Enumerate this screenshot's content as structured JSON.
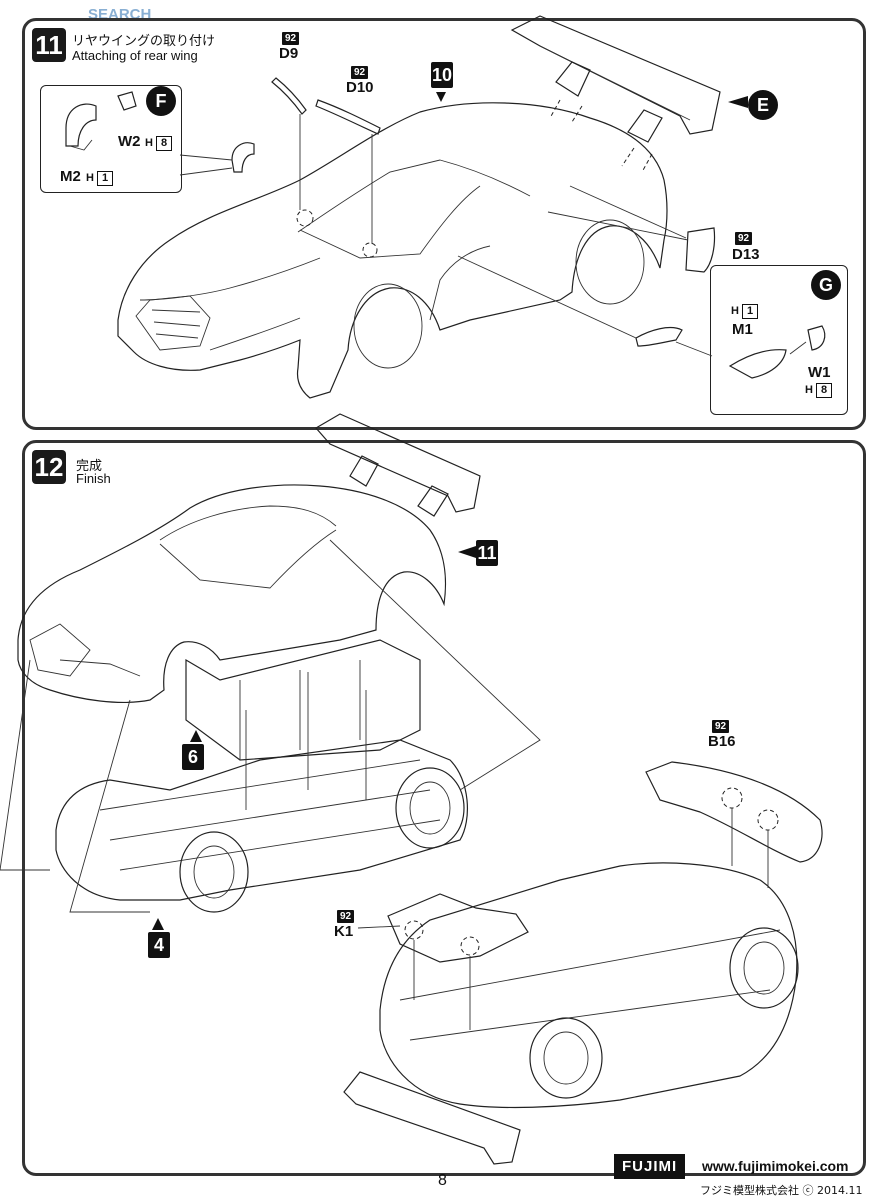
{
  "watermark": "SEARCH",
  "steps": [
    {
      "num": "11",
      "title_jp": "リヤウイングの取り付け",
      "title_en": "Attaching of rear wing"
    },
    {
      "num": "12",
      "title_jp": "完成",
      "title_en": "Finish"
    }
  ],
  "step11": {
    "inset_f": {
      "circle": "F",
      "part_w2": "W2",
      "w2_h": "H",
      "w2_h_num": "8",
      "part_m2": "M2",
      "m2_h": "H",
      "m2_h_num": "1"
    },
    "inset_g": {
      "circle": "G",
      "part_m1": "M1",
      "m1_h": "H",
      "m1_h_num": "1",
      "part_w1": "W1",
      "w1_h": "H",
      "w1_h_num": "8"
    },
    "parts": [
      {
        "tag": "92",
        "name": "D9"
      },
      {
        "tag": "92",
        "name": "D10"
      },
      {
        "tag": "92",
        "name": "D13"
      }
    ],
    "ref_10": "10",
    "circle_e": "E"
  },
  "step12": {
    "ref_11": "11",
    "ref_6": "6",
    "ref_4": "4",
    "parts": [
      {
        "tag": "92",
        "name": "B16"
      },
      {
        "tag": "92",
        "name": "K1"
      }
    ]
  },
  "footer": {
    "page": "8",
    "logo": "FUJIMI",
    "url": "www.fujimimokei.com",
    "copyright": "フジミ模型株式会社 ⓒ 2014.11"
  },
  "colors": {
    "ink": "#111111",
    "panel_border": "#333333",
    "part_fill": "#6a6a6a"
  }
}
